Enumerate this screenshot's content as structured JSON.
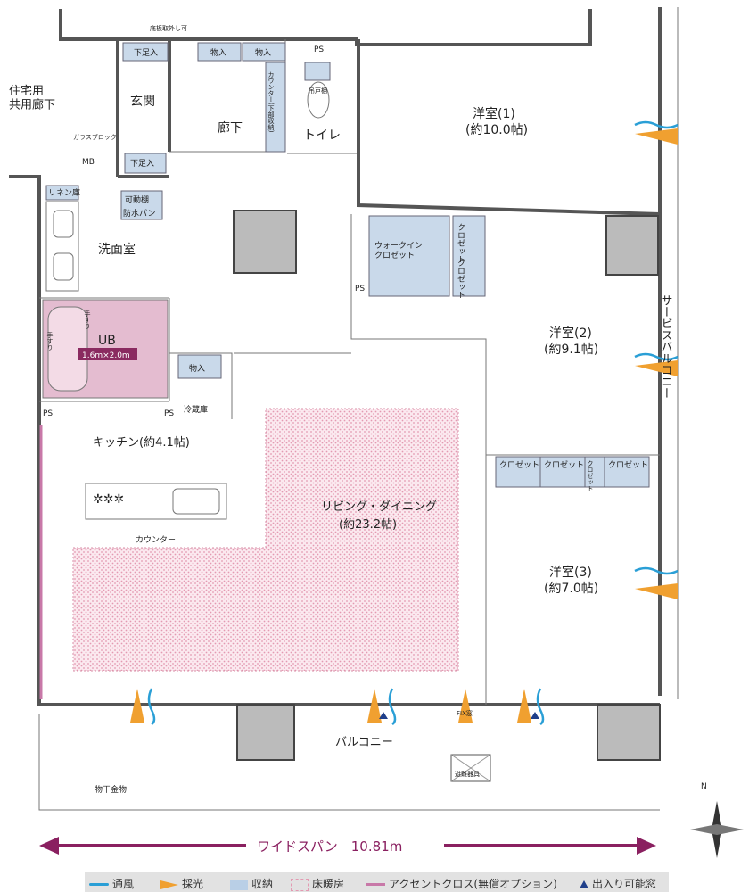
{
  "labels": {
    "notice_floor": "底板取外し可",
    "shoes_top": "下足入",
    "storage1": "物入",
    "storage2": "物入",
    "ps_top": "PS",
    "counter_vertical": "カウンター(下部収納)",
    "hanging_shelf": "吊戸棚",
    "corridor_common": "住宅用\n共用廊下",
    "entrance": "玄関",
    "hallway": "廊下",
    "toilet": "トイレ",
    "glass_block": "ガラスブロック",
    "mb": "MB",
    "shoes_bottom": "下足入",
    "bedroom1": "洋室(1)",
    "bedroom1_size": "(約10.0帖)",
    "linen": "リネン庫",
    "movable_shelf": "可動棚",
    "waterproof_pan": "防水パン",
    "washroom": "洗面室",
    "walkin": "ウォークイン\nクロゼット",
    "closet_v1": "クロゼット",
    "closet_v2": "クロゼット",
    "ps_mid": "PS",
    "service_balcony": "サービスバルコニー",
    "bedroom2": "洋室(2)",
    "bedroom2_size": "(約9.1帖)",
    "handrail1": "手すり",
    "handrail2": "手すり",
    "ub": "UB",
    "ub_size": "1.6m×2.0m",
    "storage3": "物入",
    "fridge": "冷蔵庫",
    "ps_left": "PS",
    "ps_fridge": "PS",
    "kitchen": "キッチン(約4.1帖)",
    "closet_h1": "クロゼット",
    "closet_h2": "クロゼット",
    "closet_h3": "クロゼット",
    "closet_h4": "クロゼット",
    "living": "リビング・ダイニング",
    "living_size": "(約23.2帖)",
    "counter": "カウンター",
    "bedroom3": "洋室(3)",
    "bedroom3_size": "(約7.0帖)",
    "fix_window": "FIX窓",
    "balcony": "バルコニー",
    "evac": "避難器具",
    "laundry": "物干金物",
    "north": "N",
    "wide_span": "ワイドスパン　10.81m"
  },
  "legend": [
    {
      "label": "通風",
      "kind": "wave",
      "color": "#2a9fd6"
    },
    {
      "label": "採光",
      "kind": "wedge",
      "color": "#f0a030"
    },
    {
      "label": "収納",
      "kind": "box",
      "color": "#b9cfe6"
    },
    {
      "label": "床暖房",
      "kind": "dotbox",
      "color": "#e8a0b4"
    },
    {
      "label": "アクセントクロス(無償オプション)",
      "kind": "line",
      "color": "#c878a8"
    },
    {
      "label": "出入り可能窓",
      "kind": "triangle",
      "color": "#1f3f8a"
    }
  ],
  "colors": {
    "storage": "#c9d9ea",
    "bath": "#e4bcd0",
    "floor_heat": "#f3c8d6",
    "arrow": "#8a2060",
    "wall": "#555555"
  }
}
